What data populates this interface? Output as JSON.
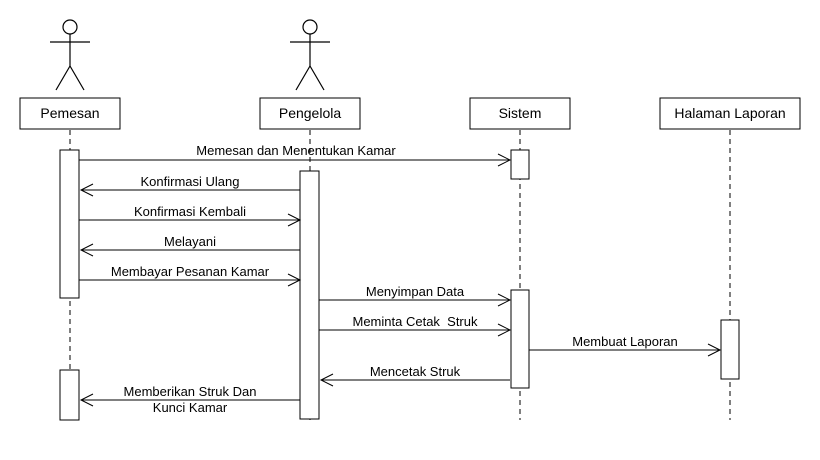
{
  "participants": [
    {
      "id": "pemesan",
      "label": "Pemesan",
      "actor": true
    },
    {
      "id": "pengelola",
      "label": "Pengelola",
      "actor": true
    },
    {
      "id": "sistem",
      "label": "Sistem",
      "actor": false
    },
    {
      "id": "laporan",
      "label": "Halaman Laporan",
      "actor": false
    }
  ],
  "messages": [
    {
      "from": "pemesan",
      "to": "sistem",
      "lines": [
        "Memesan dan Menentukan Kamar"
      ]
    },
    {
      "from": "pengelola",
      "to": "pemesan",
      "lines": [
        "Konfirmasi Ulang"
      ]
    },
    {
      "from": "pemesan",
      "to": "pengelola",
      "lines": [
        "Konfirmasi Kembali"
      ]
    },
    {
      "from": "pengelola",
      "to": "pemesan",
      "lines": [
        "Melayani"
      ]
    },
    {
      "from": "pemesan",
      "to": "pengelola",
      "lines": [
        "Membayar Pesanan Kamar"
      ]
    },
    {
      "from": "pengelola",
      "to": "sistem",
      "lines": [
        "Menyimpan Data"
      ]
    },
    {
      "from": "pengelola",
      "to": "sistem",
      "lines": [
        "Meminta Cetak  Struk"
      ]
    },
    {
      "from": "sistem",
      "to": "laporan",
      "lines": [
        "Membuat Laporan"
      ]
    },
    {
      "from": "sistem",
      "to": "pengelola",
      "lines": [
        "Mencetak Struk"
      ]
    },
    {
      "from": "pengelola",
      "to": "pemesan",
      "lines": [
        "Memberikan Struk Dan",
        "Kunci Kamar"
      ]
    }
  ]
}
